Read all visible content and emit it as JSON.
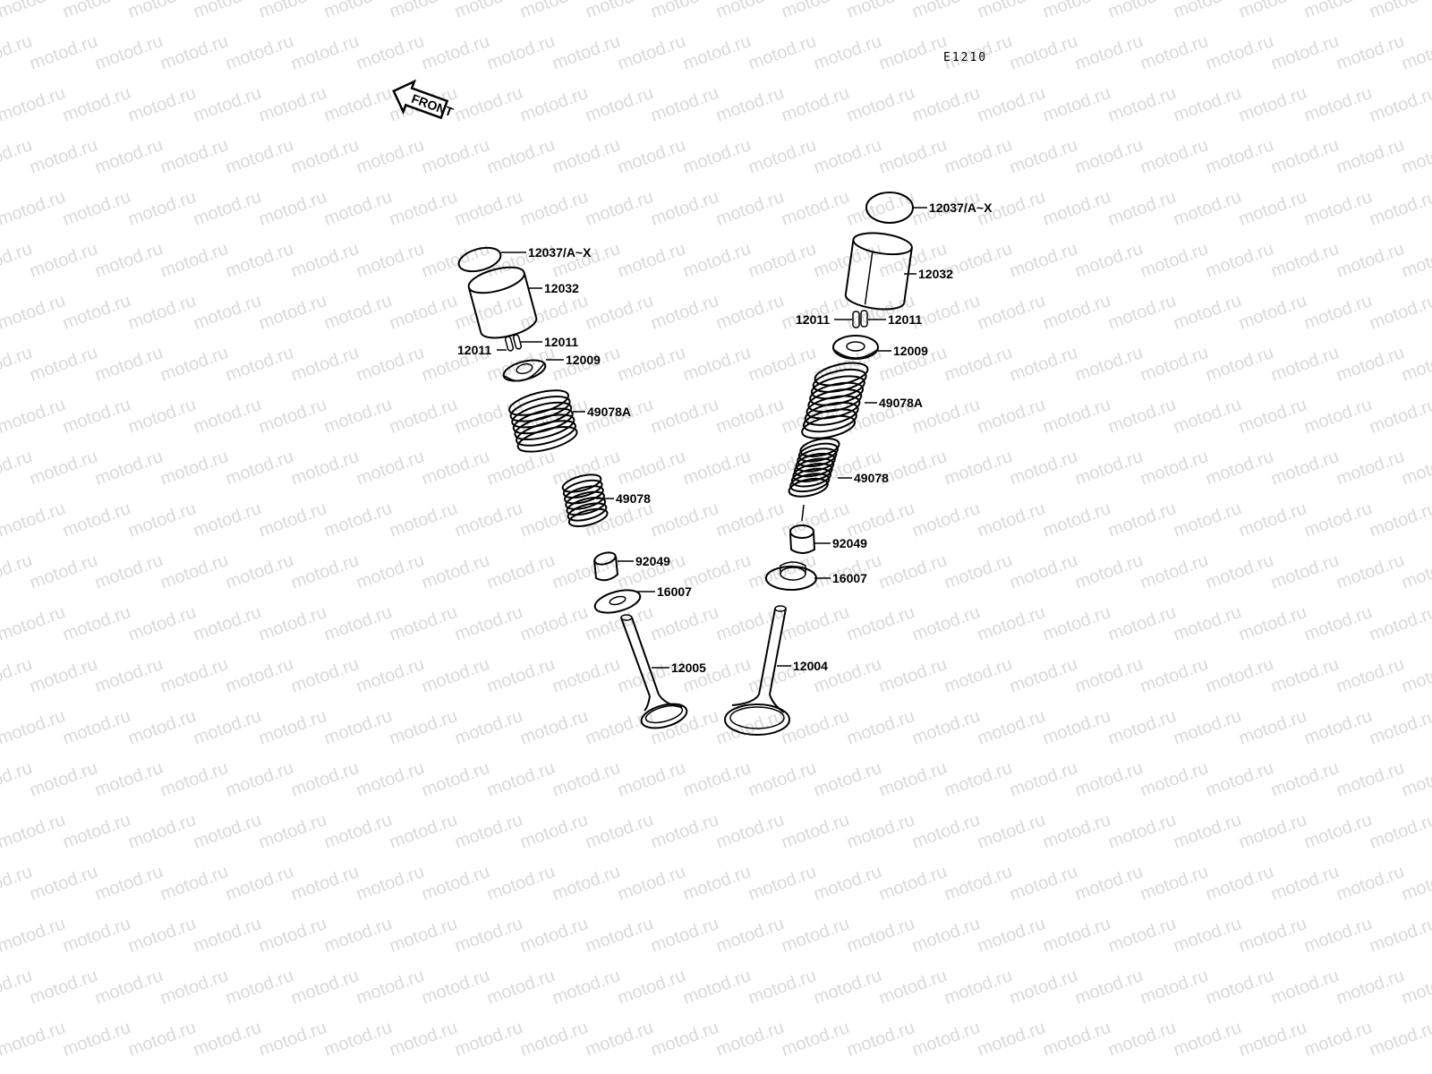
{
  "watermark": "motod.ru",
  "diagram_code": "E1210",
  "front_label": "FRONT",
  "left_valve": {
    "shim": "12037/A~X",
    "tappet": "12032",
    "cotter_right": "12011",
    "cotter_left": "12011",
    "retainer": "12009",
    "outer_spring": "49078A",
    "inner_spring": "49078",
    "stem_seal": "92049",
    "spring_seat": "16007",
    "valve": "12005"
  },
  "right_valve": {
    "shim": "12037/A~X",
    "tappet": "12032",
    "cotter_left": "12011",
    "cotter_right": "12011",
    "retainer": "12009",
    "outer_spring": "49078A",
    "inner_spring": "49078",
    "stem_seal": "92049",
    "spring_seat": "16007",
    "valve": "12004"
  }
}
